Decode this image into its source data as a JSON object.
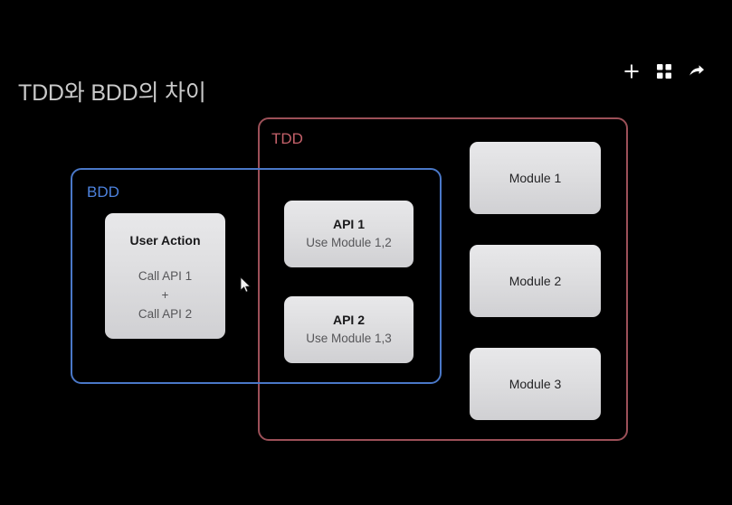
{
  "page": {
    "title": "TDD와 BDD의 차이",
    "background_color": "#000000",
    "title_color": "#c9c9c9"
  },
  "toolbar": {
    "items": [
      {
        "name": "add-icon",
        "label": "+"
      },
      {
        "name": "grid-icon",
        "label": ""
      },
      {
        "name": "share-icon",
        "label": ""
      }
    ]
  },
  "diagram": {
    "groups": [
      {
        "id": "tdd",
        "label": "TDD",
        "color": "#c4616a",
        "border_color": "#9c5058"
      },
      {
        "id": "bdd",
        "label": "BDD",
        "color": "#4d82dd",
        "border_color": "#4a78c8"
      }
    ],
    "cards": {
      "user_action": {
        "title": "User Action",
        "lines": [
          "Call API 1",
          "+",
          "Call API 2"
        ]
      },
      "api_1": {
        "title": "API 1",
        "subtitle": "Use Module 1,2"
      },
      "api_2": {
        "title": "API 2",
        "subtitle": "Use Module 1,3"
      },
      "module_1": {
        "title": "Module 1"
      },
      "module_2": {
        "title": "Module 2"
      },
      "module_3": {
        "title": "Module 3"
      }
    },
    "card_face_color": "#dedee0"
  }
}
